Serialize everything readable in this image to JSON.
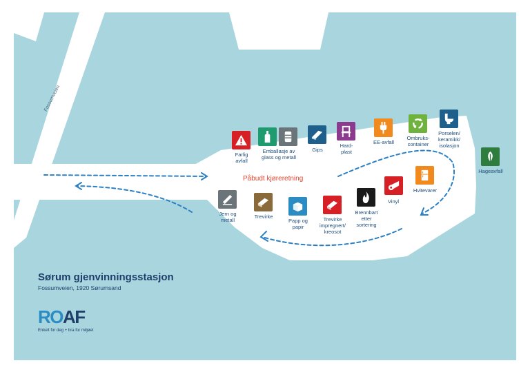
{
  "title": "Sørum gjenvinningsstasjon",
  "subtitle": "Fossumveien, 1920 Sørumsand",
  "road_label": "Fossumveien",
  "direction_label": "Påbudt kjøreretning",
  "logo": {
    "part1": "RO",
    "part2": "AF",
    "tagline": "Enkelt for deg + bra for miljøet"
  },
  "colors": {
    "water": "#a9d6de",
    "land": "#ffffff",
    "arrow": "#2b7fc4",
    "direction_text": "#e4452f",
    "text": "#1e4d7b"
  },
  "stations": [
    {
      "id": "farlig",
      "label": "Farlig\navfall",
      "color": "#d71f26",
      "icon": "warning-icon"
    },
    {
      "id": "emballasje-glass",
      "label": "",
      "color": "#1e9b6f",
      "icon": "bottle-icon"
    },
    {
      "id": "emballasje-metall",
      "label": "Emballasje av\nglass og metall",
      "color": "#6b7479",
      "icon": "can-icon"
    },
    {
      "id": "gips",
      "label": "Gips",
      "color": "#1f5f8b",
      "icon": "gypsum-board-icon"
    },
    {
      "id": "hardplast",
      "label": "Hard-\nplast",
      "color": "#8b3a8e",
      "icon": "plastic-chair-icon"
    },
    {
      "id": "ee",
      "label": "EE-avfall",
      "color": "#f08a1e",
      "icon": "plug-icon"
    },
    {
      "id": "ombruk",
      "label": "Ombruks-\ncontainer",
      "color": "#6fb23e",
      "icon": "recycle-icon"
    },
    {
      "id": "porselen",
      "label": "Porselen/\nkeramikk/\nisolasjon",
      "color": "#1f5f8b",
      "icon": "toilet-icon"
    },
    {
      "id": "hageavfall",
      "label": "Hageavfall",
      "color": "#2e7d3f",
      "icon": "leaf-icon"
    },
    {
      "id": "jern",
      "label": "Jern og\nmetall",
      "color": "#6b7479",
      "icon": "metal-bar-icon"
    },
    {
      "id": "trevirke",
      "label": "Trevirke",
      "color": "#8a6a3a",
      "icon": "wood-icon"
    },
    {
      "id": "papp",
      "label": "Papp og\npapir",
      "color": "#2b8cc4",
      "icon": "cardboard-box-icon"
    },
    {
      "id": "trevirke-impr",
      "label": "Trevirke\nimpregnert/\nkreosot",
      "color": "#d71f26",
      "icon": "treated-wood-icon"
    },
    {
      "id": "brennbart",
      "label": "Brennbart\netter\nsortering",
      "color": "#1a1a1a",
      "icon": "flame-icon"
    },
    {
      "id": "vinyl",
      "label": "Vinyl",
      "color": "#d71f26",
      "icon": "vinyl-roll-icon"
    },
    {
      "id": "hvitevarer",
      "label": "Hvitevarer",
      "color": "#f08a1e",
      "icon": "fridge-icon"
    }
  ]
}
